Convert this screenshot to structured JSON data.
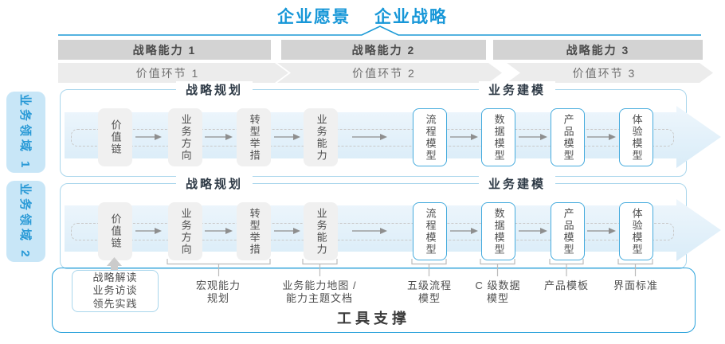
{
  "header": {
    "vision": "企业愿景",
    "strategy": "企业战略"
  },
  "capability_bars": [
    "战略能力 1",
    "战略能力 2",
    "战略能力 3"
  ],
  "value_chain_bars": [
    "价值环节 1",
    "价值环节 2",
    "价值环节 3"
  ],
  "business_domains": [
    "业务领域 1",
    "业务领域 2"
  ],
  "flow": {
    "section_planning": "战略规划",
    "section_modeling": "业务建模",
    "boxes": [
      {
        "label": "价值链",
        "style": "gray"
      },
      {
        "label": "业务方向",
        "style": "gray"
      },
      {
        "label": "转型举措",
        "style": "gray"
      },
      {
        "label": "业务能力",
        "style": "gray"
      },
      {
        "label": "流程模型",
        "style": "blue"
      },
      {
        "label": "数据模型",
        "style": "blue"
      },
      {
        "label": "产品模型",
        "style": "blue"
      },
      {
        "label": "体验模型",
        "style": "blue"
      }
    ]
  },
  "annotations": {
    "practice_box_lines": [
      "战略解读",
      "业务访谈",
      "领先实践"
    ],
    "labels": [
      {
        "lines": [
          "宏观能力",
          "规划"
        ]
      },
      {
        "lines": [
          "业务能力地图 /",
          "能力主题文档"
        ]
      },
      {
        "lines": [
          "五级流程",
          "模型"
        ]
      },
      {
        "lines": [
          "C 级数据",
          "模型"
        ]
      },
      {
        "lines": [
          "产品模板"
        ]
      },
      {
        "lines": [
          "界面标准"
        ]
      }
    ]
  },
  "footer": {
    "label": "工具支撑"
  },
  "colors": {
    "accent_blue": "#1797d8",
    "row_border_blue": "#a9d6ec",
    "model_box_border": "#46abdd",
    "band_fill_light": "#eef6fc",
    "band_fill_deep": "#d9ecf8",
    "capability_bar_gray": "#d3d3d3",
    "value_chain_gray": "#ececec",
    "domain_label_bg": "#c8e6f7",
    "footer_border": "#2aa2db",
    "dark_text": "#2e3a46",
    "gray_text": "#4f4f4f"
  }
}
